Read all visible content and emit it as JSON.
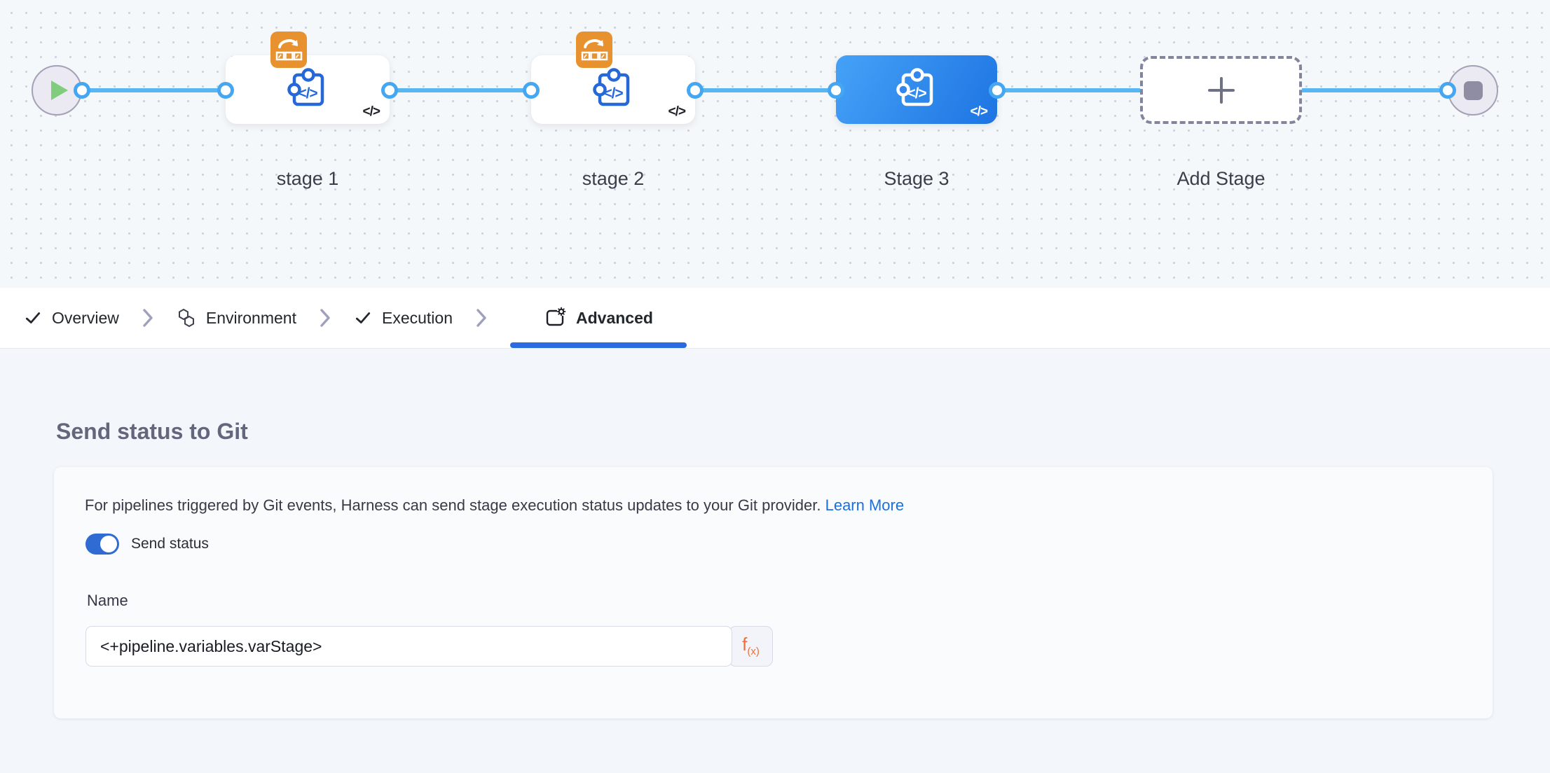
{
  "pipeline": {
    "stages": [
      {
        "label": "stage 1",
        "selected": false,
        "has_template_badge": true
      },
      {
        "label": "stage 2",
        "selected": false,
        "has_template_badge": true
      },
      {
        "label": "Stage 3",
        "selected": true,
        "has_template_badge": false
      }
    ],
    "add_stage_label": "Add Stage",
    "code_glyph": "</>"
  },
  "tabs": {
    "items": [
      {
        "label": "Overview",
        "icon": "check-icon",
        "active": false
      },
      {
        "label": "Environment",
        "icon": "environment-icon",
        "active": false
      },
      {
        "label": "Execution",
        "icon": "check-icon",
        "active": false
      },
      {
        "label": "Advanced",
        "icon": "advanced-gear-icon",
        "active": true
      }
    ]
  },
  "advanced_panel": {
    "heading": "Send status to Git",
    "description": "For pipelines triggered by Git events, Harness can send stage execution status updates to your Git provider.",
    "learn_more_label": "Learn More",
    "send_status_toggle": {
      "label": "Send status",
      "on": true
    },
    "name_field": {
      "label": "Name",
      "value": "<+pipeline.variables.varStage>"
    },
    "expression_button": {
      "f": "f",
      "sub": "(x)"
    }
  },
  "colors": {
    "selected_stage_gradient_from": "#45a2f7",
    "selected_stage_gradient_to": "#1d74e2",
    "connector_blue": "#58b6f2",
    "port_border_blue": "#45a7f2",
    "template_badge_orange": "#e8922f",
    "expression_orange": "#ee7038",
    "toggle_on_blue": "#2f6bd2",
    "active_tab_underline": "#2b6be0",
    "link_blue": "#1e6fd9",
    "start_play_green": "#7fcd7d"
  }
}
